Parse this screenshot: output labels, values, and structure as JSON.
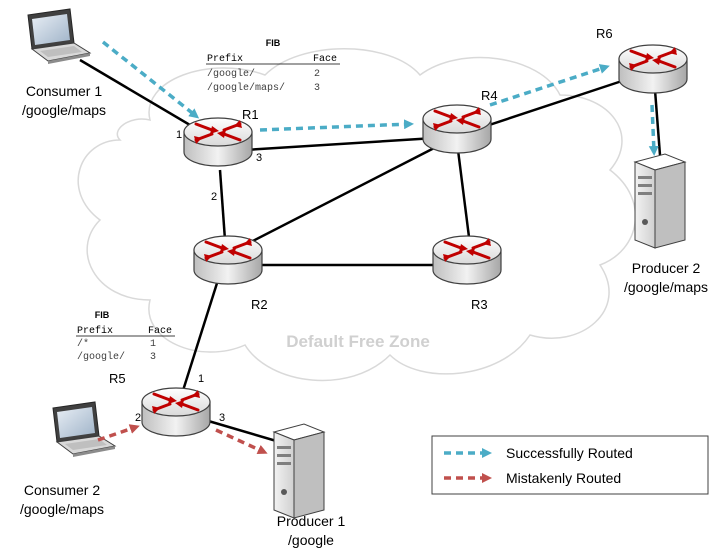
{
  "zone": {
    "label": "Default Free Zone"
  },
  "nodes": {
    "consumer1": {
      "name": "Consumer 1",
      "prefix": "/google/maps"
    },
    "consumer2": {
      "name": "Consumer 2",
      "prefix": "/google/maps"
    },
    "producer1": {
      "name": "Producer 1",
      "prefix": "/google"
    },
    "producer2": {
      "name": "Producer 2",
      "prefix": "/google/maps"
    },
    "routers": {
      "r1": "R1",
      "r2": "R2",
      "r3": "R3",
      "r4": "R4",
      "r5": "R5",
      "r6": "R6"
    }
  },
  "faces": {
    "r1_1": "1",
    "r1_2": "2",
    "r1_3": "3",
    "r5_1": "1",
    "r5_2": "2",
    "r5_3": "3"
  },
  "fib1": {
    "title": "FIB",
    "headers": {
      "prefix": "Prefix",
      "face": "Face"
    },
    "rows": [
      {
        "prefix": "/google/",
        "face": "2"
      },
      {
        "prefix": "/google/maps/",
        "face": "3"
      }
    ]
  },
  "fib2": {
    "title": "FIB",
    "headers": {
      "prefix": "Prefix",
      "face": "Face"
    },
    "rows": [
      {
        "prefix": "/*",
        "face": "1"
      },
      {
        "prefix": "/google/",
        "face": "3"
      }
    ]
  },
  "legend": {
    "success": {
      "label": "Successfully Routed",
      "color": "#4bacc6"
    },
    "mistake": {
      "label": "Mistakenly Routed",
      "color": "#c0504d"
    }
  }
}
